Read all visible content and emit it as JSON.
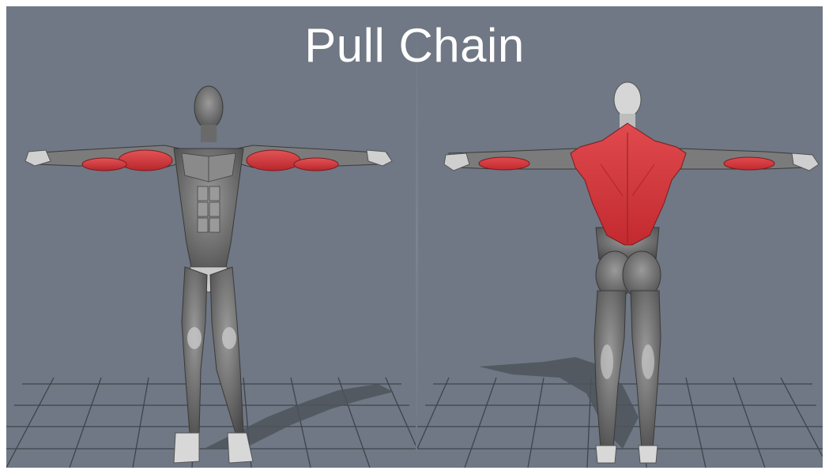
{
  "title": "Pull Chain",
  "colors": {
    "background": "#6f7884",
    "muscle_gray": "#7a7a7a",
    "highlight_red": "#d6363a",
    "title_text": "#ffffff",
    "grid_line": "#3e444c"
  },
  "views": [
    {
      "view": "front",
      "highlighted_muscles": [
        "biceps",
        "forearm-flexors"
      ]
    },
    {
      "view": "back",
      "highlighted_muscles": [
        "latissimus-dorsi",
        "trapezius",
        "rear-deltoids",
        "forearm-extensors"
      ]
    }
  ]
}
